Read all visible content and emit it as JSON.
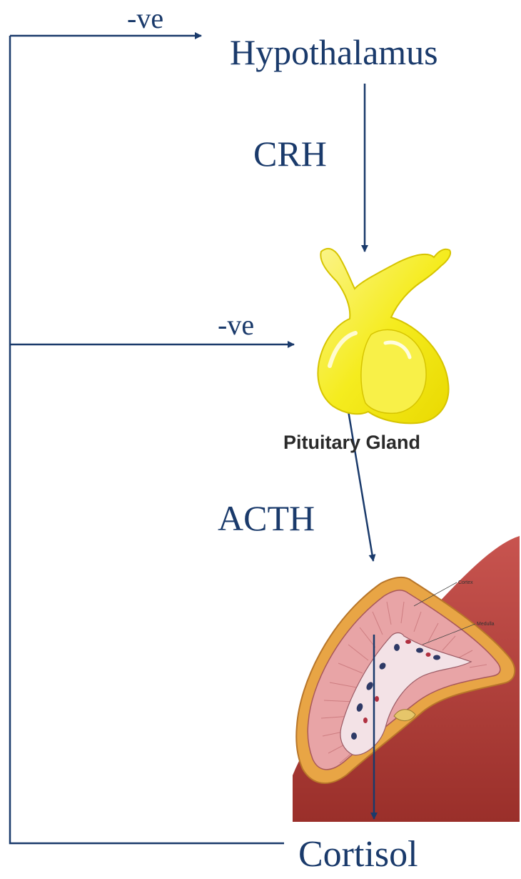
{
  "labels": {
    "hypothalamus": "Hypothalamus",
    "crh": "CRH",
    "pituitary_gland": "Pituitary Gland",
    "acth": "ACTH",
    "cortisol": "Cortisol",
    "negative_top": "-ve",
    "negative_mid": "-ve",
    "adrenal_cortex": "Cortex",
    "adrenal_medulla": "Medulla"
  },
  "colors": {
    "text": "#1a3a6b",
    "arrow": "#1a3a6b",
    "pituitary": "#f5ec1f",
    "adrenal_cortex": "#e8a4a6",
    "adrenal_capsule": "#e8a545"
  }
}
